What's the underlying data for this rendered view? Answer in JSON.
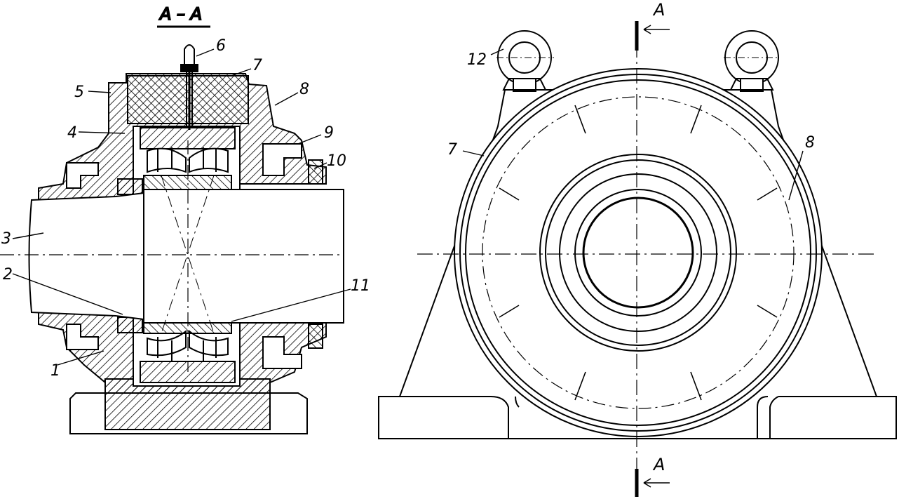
{
  "section_title": "A – A",
  "section_mark_top": "A",
  "section_mark_bottom": "A",
  "callouts": {
    "c1": "1",
    "c2": "2",
    "c3": "3",
    "c4": "4",
    "c5": "5",
    "c6": "6",
    "c7": "7",
    "c8": "8",
    "c9": "9",
    "c10": "10",
    "c11": "11",
    "c12": "12",
    "front7": "7",
    "front8": "8"
  },
  "colors": {
    "ink": "#000000",
    "paper": "#ffffff"
  }
}
